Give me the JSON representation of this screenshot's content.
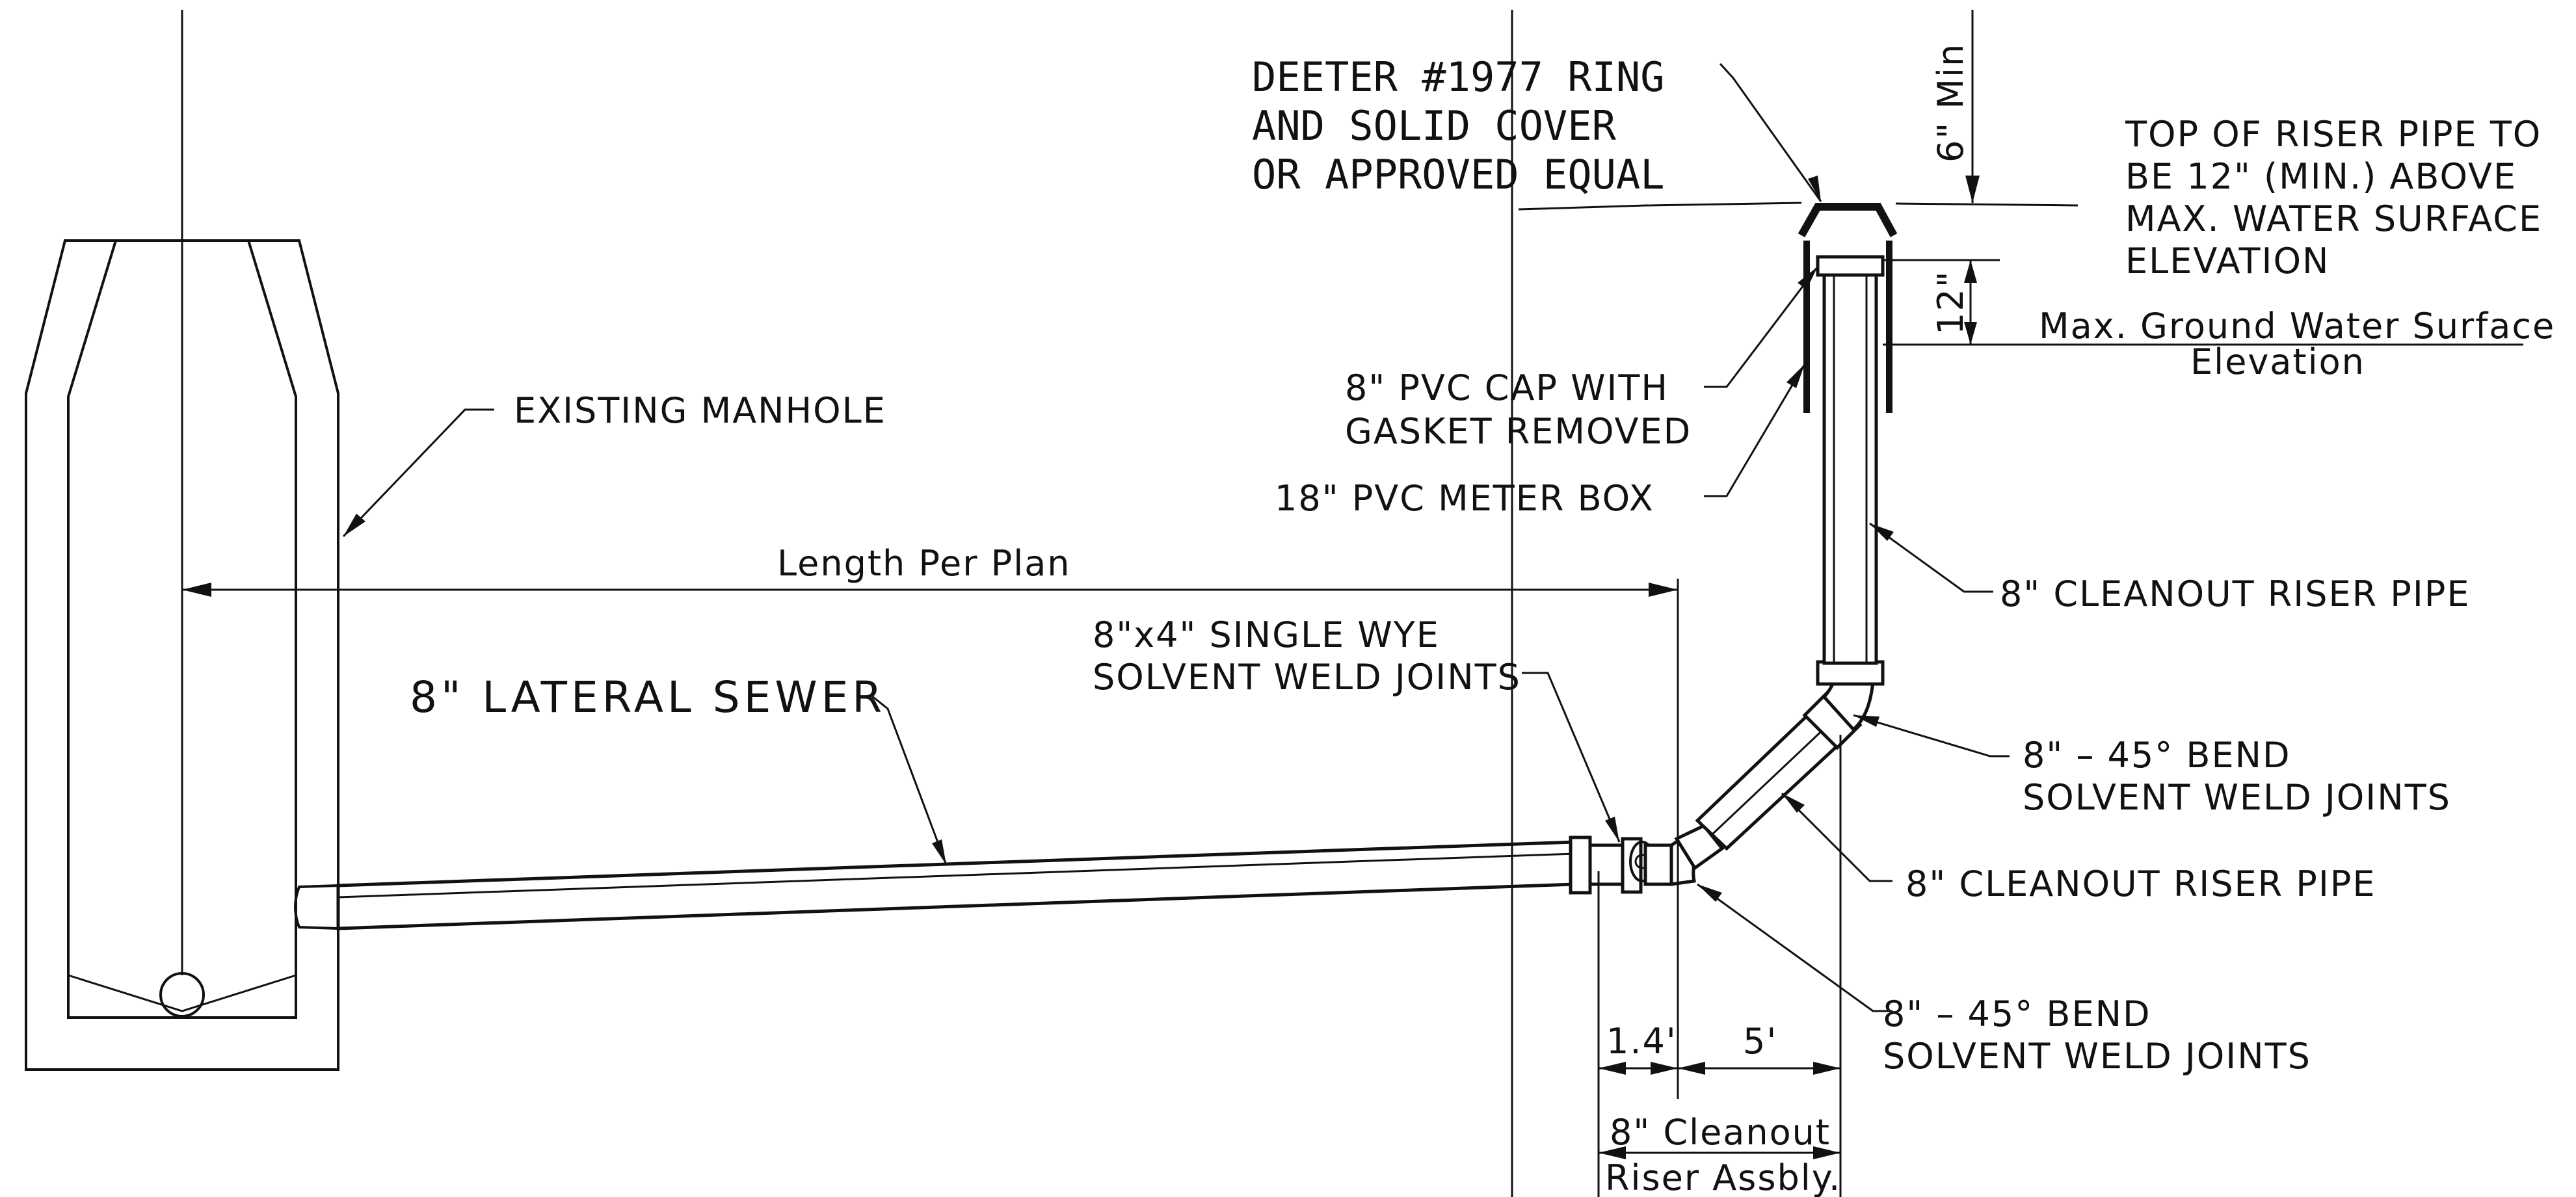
{
  "labels": {
    "deeter_1": "DEETER #1977 RING",
    "deeter_2": "AND SOLID COVER",
    "deeter_3": "OR APPROVED EQUAL",
    "six_min": "6\" Min",
    "top_riser_1": "TOP OF RISER PIPE TO",
    "top_riser_2": "BE 12\" (MIN.) ABOVE",
    "top_riser_3": "MAX. WATER SURFACE",
    "top_riser_4": "ELEVATION",
    "twelve": "12\"",
    "max_ground_1": "Max. Ground Water Surface",
    "max_ground_2": "Elevation",
    "existing_manhole": "EXISTING MANHOLE",
    "pvc_cap_1": "8\" PVC CAP WITH",
    "pvc_cap_2": "GASKET REMOVED",
    "meter_box": "18\" PVC METER BOX",
    "length_per_plan": "Length Per Plan",
    "riser_pipe_upper": "8\" CLEANOUT RISER PIPE",
    "wye_1": "8\"x4\" SINGLE WYE",
    "wye_2": "SOLVENT WELD JOINTS",
    "lateral_sewer": "8\" LATERAL SEWER",
    "bend_upper_1": "8\" – 45° BEND",
    "bend_upper_2": "SOLVENT WELD JOINTS",
    "riser_pipe_lower": "8\" CLEANOUT RISER PIPE",
    "bend_lower_1": "8\" – 45° BEND",
    "bend_lower_2": "SOLVENT WELD JOINTS",
    "dim_1_4": "1.4'",
    "dim_5": "5'",
    "cleanout_assbly_1": "8\" Cleanout",
    "cleanout_assbly_2": "Riser Assbly."
  }
}
